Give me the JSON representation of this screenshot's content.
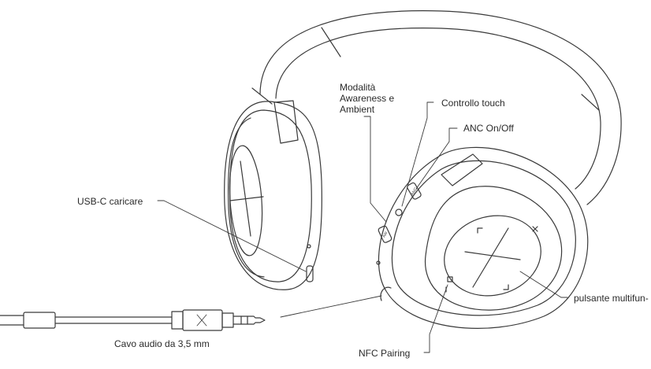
{
  "diagram": {
    "callouts": {
      "awareness": {
        "line1": "Modalità",
        "line2": "Awareness e",
        "line3": "Ambient"
      },
      "touch": "Controllo touch",
      "anc": "ANC On/Off",
      "usbc": "USB-C caricare",
      "multifunction": "pulsante multifun-",
      "cable": "Cavo audio da 3,5 mm",
      "nfc": "NFC Pairing"
    },
    "button_glyphs": {
      "awareness": "AW",
      "anc": "ANC"
    },
    "icons": [
      "headphones-drawing",
      "audio-cable-drawing",
      "nfc-icon",
      "power-icon",
      "prev-track-icon",
      "next-track-icon",
      "play-cross-icon"
    ]
  }
}
